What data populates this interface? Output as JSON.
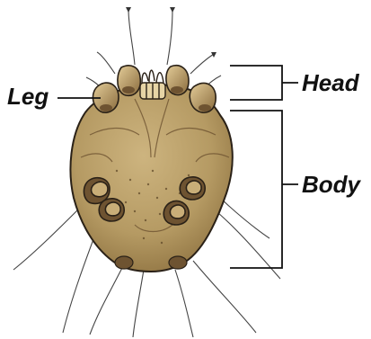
{
  "labels": {
    "leg": "Leg",
    "head": "Head",
    "body": "Body"
  },
  "colors": {
    "body_fill": "#B59A63",
    "body_shadow": "#7E6439",
    "leg_fill": "#C9AE78",
    "leg_dark": "#6E5331",
    "outline": "#2A2117",
    "line": "#111111"
  }
}
